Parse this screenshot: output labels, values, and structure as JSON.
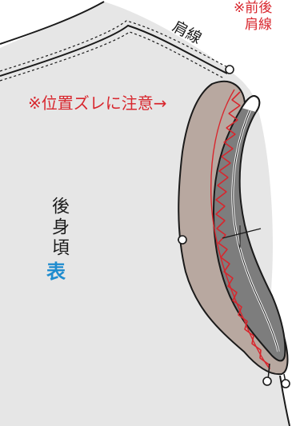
{
  "labels": {
    "note_line1": "※前後",
    "note_line2": "肩線",
    "shoulder": "肩線",
    "warning": "※位置ズレに注意→",
    "panel": "後身頃",
    "face": "表"
  },
  "colors": {
    "body_fabric": "#e6e6e6",
    "outline": "#1a1a1a",
    "binding": "#b8a8a0",
    "inner_sleeve": "#7d7d7d",
    "stitch": "#d8262d",
    "accent_blue": "#1f8ccf"
  }
}
